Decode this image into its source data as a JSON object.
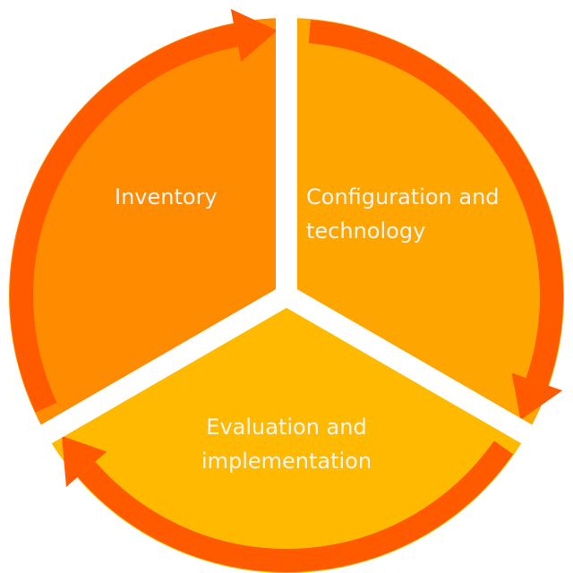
{
  "segments": [
    {
      "label_lines": [
        "Inventory"
      ],
      "color": "#FF8C00"
    },
    {
      "label_lines": [
        "Configuration and",
        "technology"
      ],
      "color": "#FFA500"
    },
    {
      "label_lines": [
        "Evaluation and",
        "implementation"
      ],
      "color": "#FFBA00"
    }
  ],
  "ring_color": "#FF5A00"
}
